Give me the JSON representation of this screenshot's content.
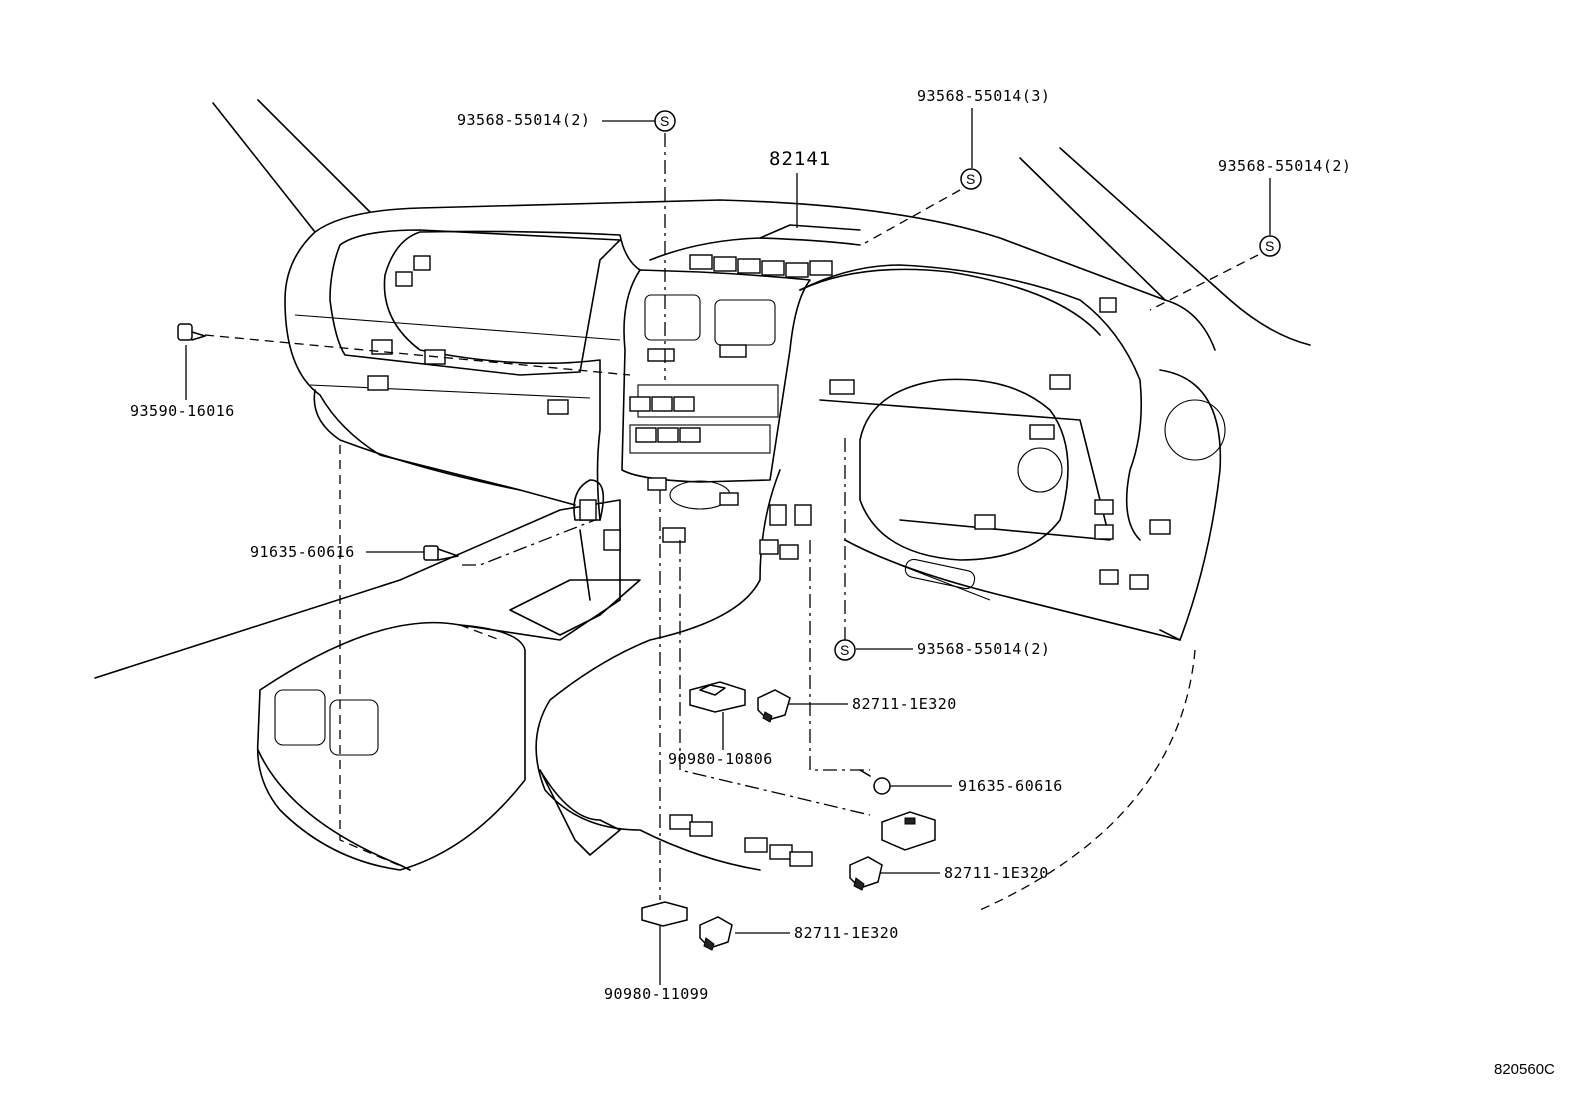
{
  "diagram": {
    "main_part": "82141",
    "figure_code": "820560C",
    "clip_symbol": "S",
    "callouts": [
      {
        "id": "screw-top-left",
        "text": "93568-55014(2)"
      },
      {
        "id": "screw-top-center",
        "text": "93568-55014(3)"
      },
      {
        "id": "screw-top-right",
        "text": "93568-55014(2)"
      },
      {
        "id": "screw-lower-center",
        "text": "93568-55014(2)"
      },
      {
        "id": "clip-left",
        "text": "93590-16016"
      },
      {
        "id": "bolt-left",
        "text": "91635-60616"
      },
      {
        "id": "bolt-right",
        "text": "91635-60616"
      },
      {
        "id": "relay-block-1",
        "text": "90980-10806"
      },
      {
        "id": "relay-block-2",
        "text": "90980-11099"
      },
      {
        "id": "relay-1",
        "text": "82711-1E320"
      },
      {
        "id": "relay-2",
        "text": "82711-1E320"
      },
      {
        "id": "relay-3",
        "text": "82711-1E320"
      }
    ]
  }
}
